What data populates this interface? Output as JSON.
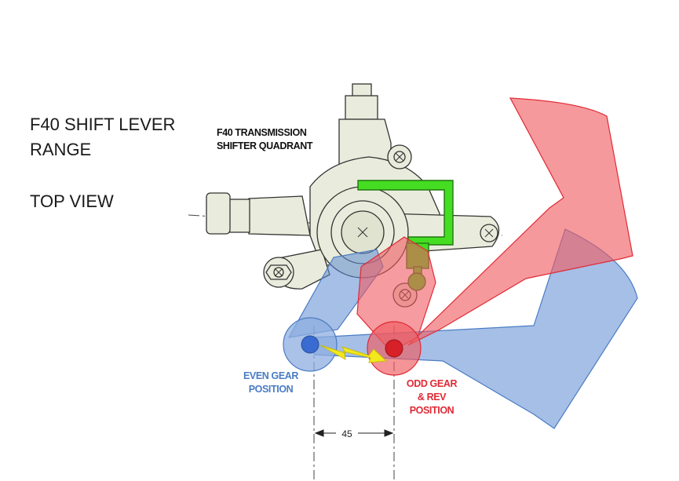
{
  "diagram": {
    "title_lines": [
      "F40 SHIFT LEVER",
      "RANGE"
    ],
    "view_label": "TOP VIEW",
    "component_label": [
      "F40 TRANSMISSION",
      "SHIFTER QUADRANT"
    ],
    "even_label": [
      "EVEN GEAR",
      "POSITION"
    ],
    "odd_label": [
      "ODD GEAR",
      "& REV",
      "POSITION"
    ],
    "dimension": "45",
    "colors": {
      "even": "#4a7cc4",
      "even_fill": "#8eaee0",
      "odd": "#e02a35",
      "odd_fill": "#f05a60",
      "quadrant": "#e9ecdc",
      "bracket": "#44dd22",
      "arrow": "#f3e81c",
      "line": "#333333"
    }
  }
}
